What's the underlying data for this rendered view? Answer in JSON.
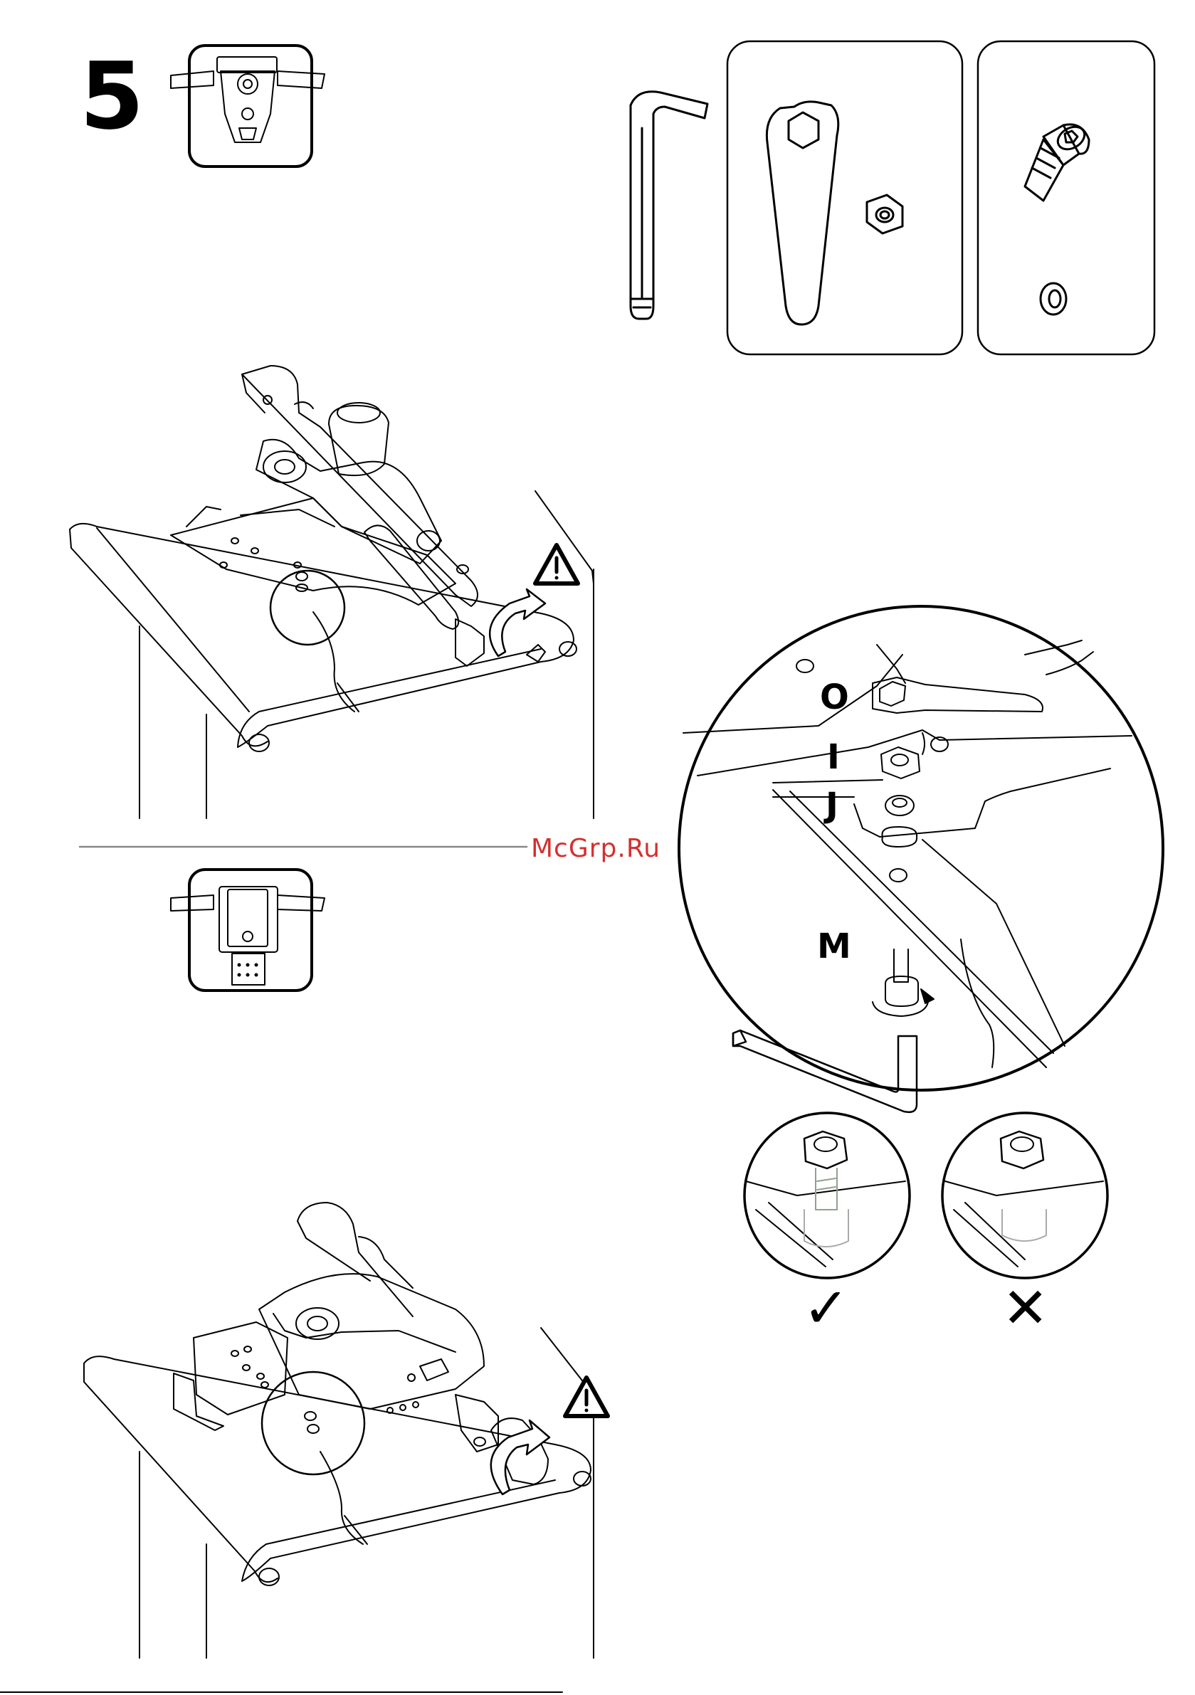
{
  "step": {
    "number": "5"
  },
  "watermark": {
    "text": "McGrp.Ru"
  },
  "detail": {
    "labels": {
      "O": "O",
      "I": "I",
      "J": "J",
      "M": "M"
    }
  },
  "verdicts": {
    "correct": "✓",
    "incorrect": "✕"
  },
  "icons": [
    "mechanism-top-icon",
    "mechanism-bottom-icon",
    "hex-key-icon",
    "wrench-icon",
    "hex-nut-icon",
    "socket-screw-icon",
    "spring-washer-icon",
    "warning-icon"
  ]
}
